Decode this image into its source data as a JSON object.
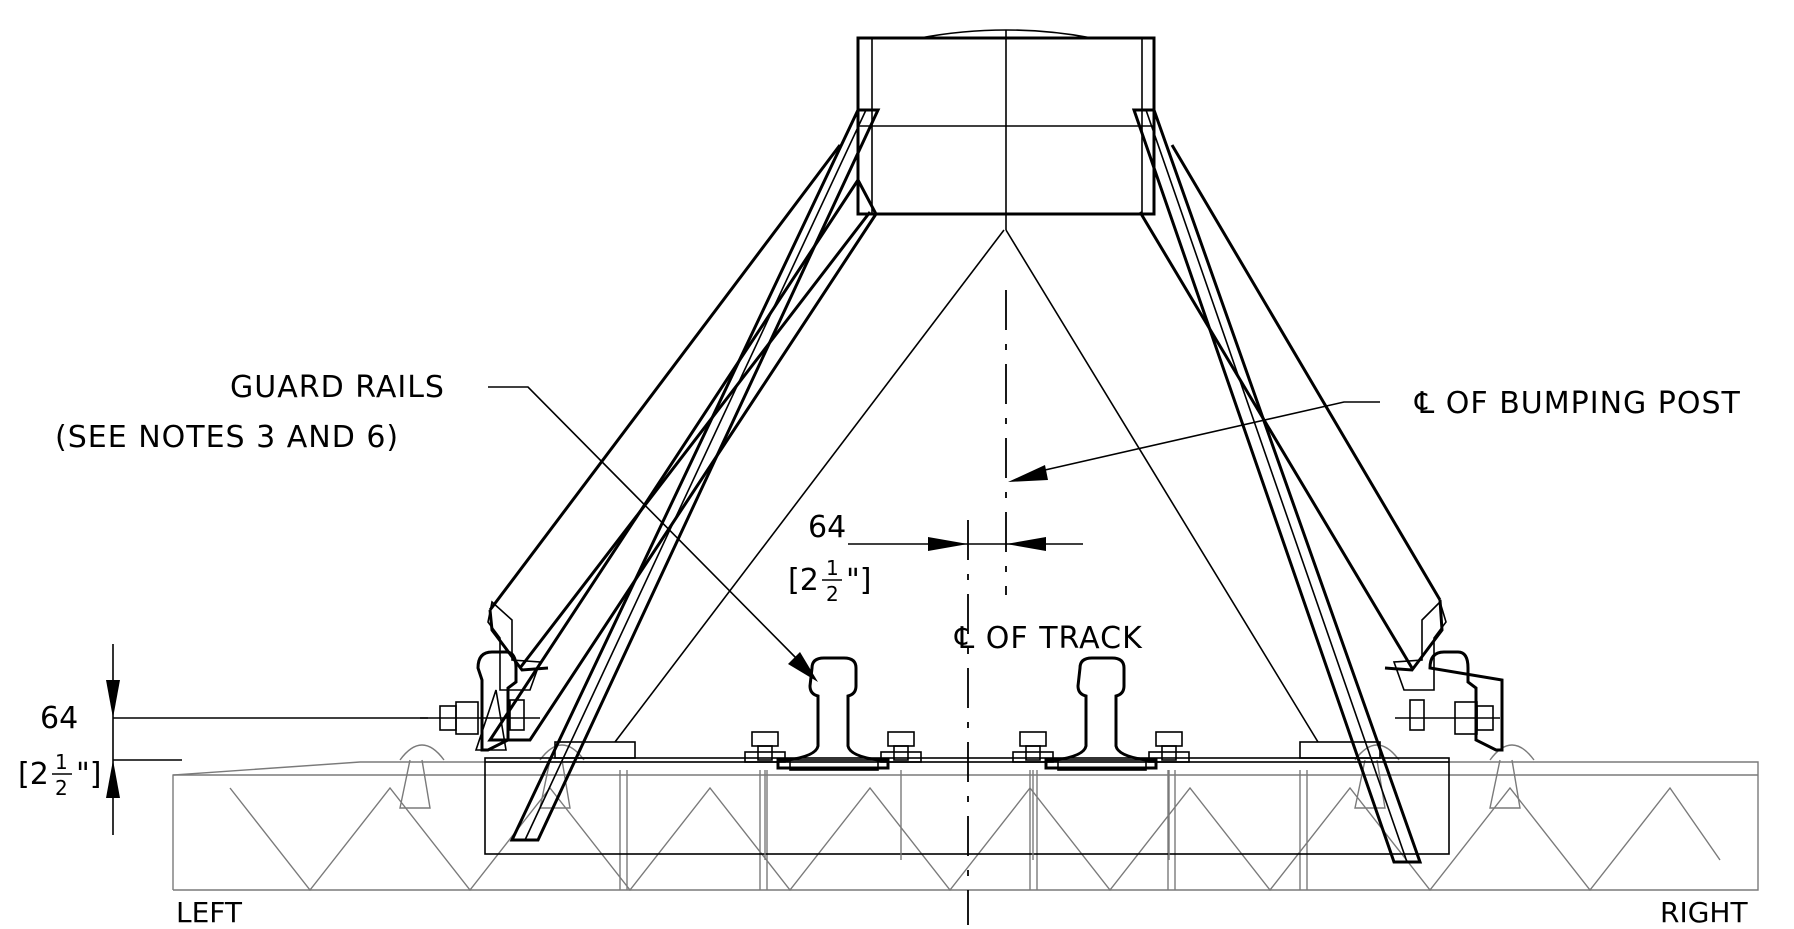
{
  "labels": {
    "guard_rails_line1": "GUARD RAILS",
    "guard_rails_line2": "(SEE NOTES 3 AND 6)",
    "cl_bumping_post": "℄ OF BUMPING POST",
    "cl_track": "℄ OF TRACK",
    "left": "LEFT",
    "right": "RIGHT"
  },
  "dimensions": {
    "horizontal_offset": {
      "metric": "64",
      "imperial_whole": "[2",
      "imperial_num": "1",
      "imperial_den": "2",
      "imperial_suffix": "\"]"
    },
    "vertical_offset": {
      "metric": "64",
      "imperial_whole": "[2",
      "imperial_num": "1",
      "imperial_den": "2",
      "imperial_suffix": "\"]"
    }
  },
  "colors": {
    "line": "#000000",
    "tie": "#7a7a7a",
    "background": "#ffffff"
  }
}
